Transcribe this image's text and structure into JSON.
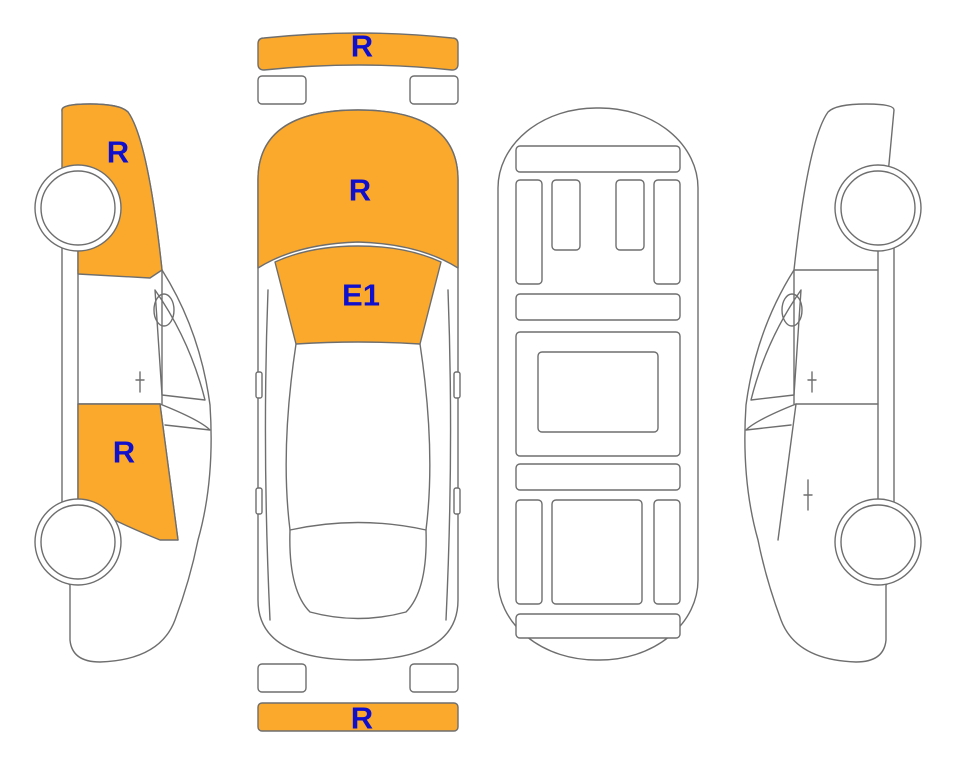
{
  "diagram": {
    "colors": {
      "damaged_fill": "#FBA92C",
      "label_text": "#1010CC",
      "outline": "#6E6E6E",
      "background": "#FFFFFF"
    },
    "panels": {
      "front_bumper": {
        "label": "R",
        "damaged": true
      },
      "hood": {
        "label": "R",
        "damaged": true
      },
      "windshield": {
        "label": "E1",
        "damaged": true
      },
      "rear_bumper": {
        "label": "R",
        "damaged": true
      },
      "left_front_fender": {
        "label": "R",
        "damaged": true
      },
      "left_rear_door": {
        "label": "R",
        "damaged": true
      }
    }
  }
}
